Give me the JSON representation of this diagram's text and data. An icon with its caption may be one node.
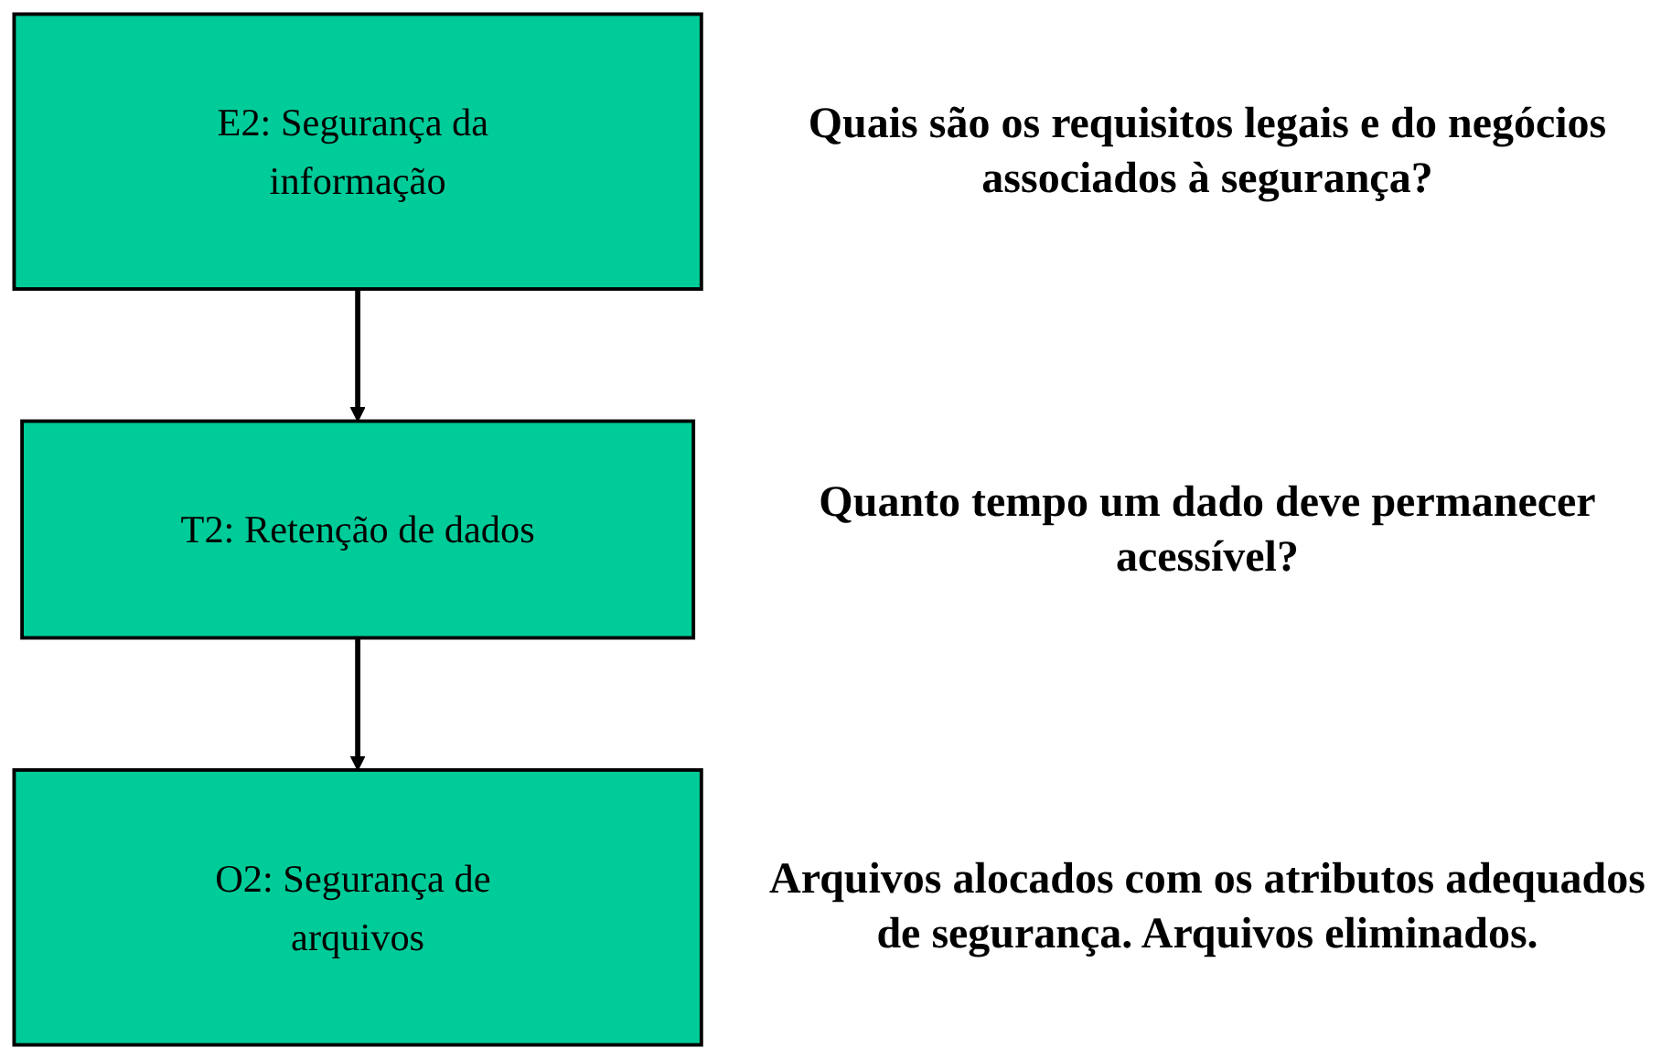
{
  "diagram": {
    "nodes": [
      {
        "text": [
          "E2: Segurança da informação"
        ],
        "beside": [
          "Quais são os requisitos legais e do negócios associados à segurança?"
        ]
      },
      {
        "text": [
          "T2: Retenção de dados"
        ],
        "beside": [
          "Quanto tempo um dado deve permanecer acessível?"
        ]
      },
      {
        "text": [
          "O2: Segurança de arquivos"
        ],
        "beside": [
          "Arquivos alocados com os atributos adequados de segurança. Arquivos eliminados."
        ]
      }
    ],
    "edges": [
      {
        "from": 0,
        "to": 1,
        "arrow": "to"
      },
      {
        "from": 1,
        "to": 2,
        "arrow": "to"
      }
    ]
  }
}
